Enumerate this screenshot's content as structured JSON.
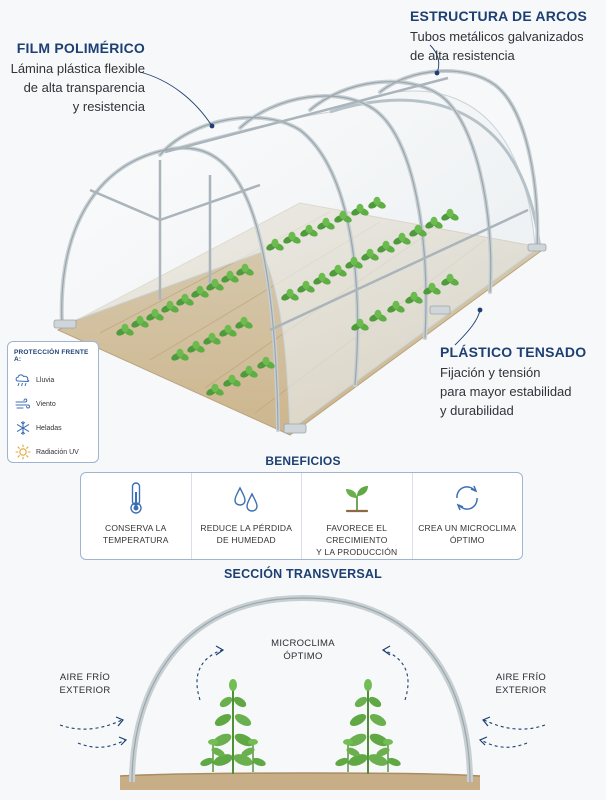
{
  "labels": {
    "film": {
      "title": "FILM POLIMÉRICO",
      "lines": [
        "Lámina plástica flexible",
        "de alta transparencia",
        "y resistencia"
      ]
    },
    "arcos": {
      "title": "ESTRUCTURA DE ARCOS",
      "lines": [
        "Tubos metálicos galvanizados",
        "de alta resistencia"
      ]
    },
    "plastico": {
      "title": "PLÁSTICO TENSADO",
      "lines": [
        "Fijación y tensión",
        "para mayor estabilidad",
        "y durabilidad"
      ]
    }
  },
  "protection": {
    "title": "PROTECCIÓN FRENTE A:",
    "items": [
      {
        "label": "Lluvia",
        "icon": "rain-cloud-icon"
      },
      {
        "label": "Viento",
        "icon": "wind-icon"
      },
      {
        "label": "Heladas",
        "icon": "snowflake-icon"
      },
      {
        "label": "Radiación UV",
        "icon": "sun-icon"
      }
    ]
  },
  "benefits": {
    "title": "BENEFICIOS",
    "items": [
      {
        "lines": [
          "CONSERVA LA",
          "TEMPERATURA"
        ],
        "icon": "thermometer-icon"
      },
      {
        "lines": [
          "REDUCE LA PÉRDIDA",
          "DE HUMEDAD"
        ],
        "icon": "water-drops-icon"
      },
      {
        "lines": [
          "FAVORECE EL CRECIMIENTO",
          "Y LA PRODUCCIÓN"
        ],
        "icon": "sprout-icon"
      },
      {
        "lines": [
          "CREA UN MICROCLIMA",
          "ÓPTIMO"
        ],
        "icon": "cycle-arrows-icon"
      }
    ]
  },
  "section": {
    "title": "SECCIÓN TRANSVERSAL",
    "center": [
      "MICROCLIMA",
      "ÓPTIMO"
    ],
    "left": [
      "AIRE FRÍO",
      "EXTERIOR"
    ],
    "right": [
      "AIRE FRÍO",
      "EXTERIOR"
    ]
  },
  "colors": {
    "accent": "#1d3f73",
    "border": "#9fb4d3",
    "icon_blue": "#3d6fb5",
    "plant": "#5fa844",
    "soil": "#d8c49f"
  }
}
